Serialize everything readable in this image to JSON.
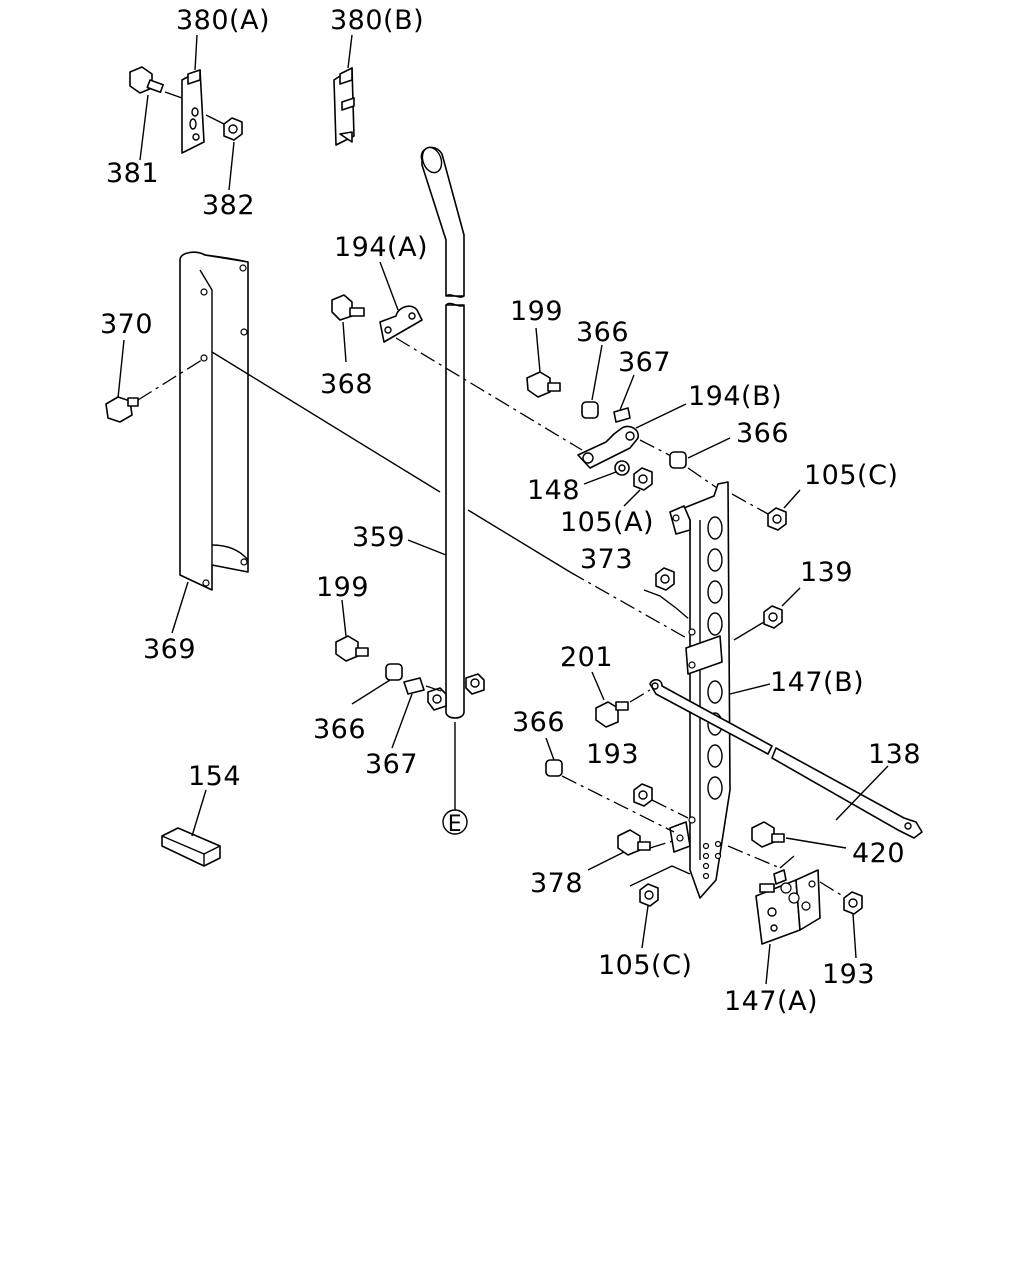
{
  "callouts": [
    {
      "id": "c-380a",
      "text": "380(A)"
    },
    {
      "id": "c-380b",
      "text": "380(B)"
    },
    {
      "id": "c-381",
      "text": "381"
    },
    {
      "id": "c-382",
      "text": "382"
    },
    {
      "id": "c-194a",
      "text": "194(A)"
    },
    {
      "id": "c-370",
      "text": "370"
    },
    {
      "id": "c-368",
      "text": "368"
    },
    {
      "id": "c-199a",
      "text": "199"
    },
    {
      "id": "c-366a",
      "text": "366"
    },
    {
      "id": "c-367a",
      "text": "367"
    },
    {
      "id": "c-194b",
      "text": "194(B)"
    },
    {
      "id": "c-366b",
      "text": "366"
    },
    {
      "id": "c-105c-a",
      "text": "105(C)"
    },
    {
      "id": "c-148",
      "text": "148"
    },
    {
      "id": "c-105a",
      "text": "105(A)"
    },
    {
      "id": "c-359",
      "text": "359"
    },
    {
      "id": "c-373",
      "text": "373"
    },
    {
      "id": "c-139",
      "text": "139"
    },
    {
      "id": "c-369",
      "text": "369"
    },
    {
      "id": "c-199b",
      "text": "199"
    },
    {
      "id": "c-201",
      "text": "201"
    },
    {
      "id": "c-147b",
      "text": "147(B)"
    },
    {
      "id": "c-366c",
      "text": "366"
    },
    {
      "id": "c-367b",
      "text": "367"
    },
    {
      "id": "c-366d",
      "text": "366"
    },
    {
      "id": "c-193a",
      "text": "193"
    },
    {
      "id": "c-138",
      "text": "138"
    },
    {
      "id": "c-154",
      "text": "154"
    },
    {
      "id": "c-420",
      "text": "420"
    },
    {
      "id": "c-378",
      "text": "378"
    },
    {
      "id": "c-105c-b",
      "text": "105(C)"
    },
    {
      "id": "c-193b",
      "text": "193"
    },
    {
      "id": "c-147a",
      "text": "147(A)"
    }
  ],
  "connector_marker": "E"
}
